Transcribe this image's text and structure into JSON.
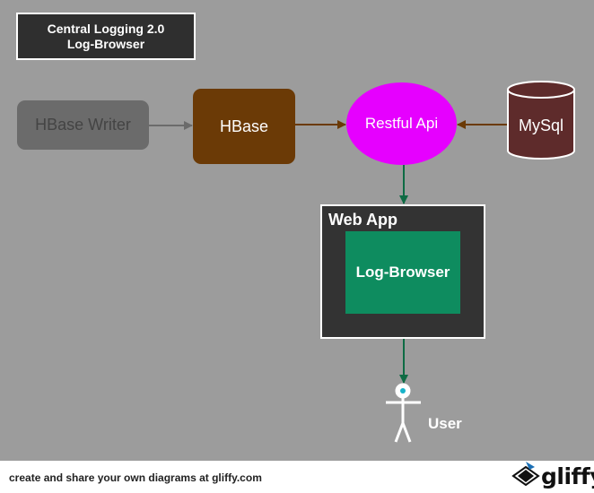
{
  "diagram": {
    "title_line1": "Central Logging 2.0",
    "title_line2": "Log-Browser",
    "nodes": {
      "hbase_writer": "HBase Writer",
      "hbase": "HBase",
      "restful_api": "Restful Api",
      "mysql": "MySql",
      "web_app": "Web App",
      "log_browser": "Log-Browser",
      "user": "User"
    },
    "colors": {
      "background": "#9c9c9c",
      "hbase_writer": "#6b6b6b",
      "hbase": "#6b3a06",
      "restful_api": "#e600ff",
      "mysql": "#5e2b2b",
      "web_app": "#333333",
      "log_browser": "#0e8c5f",
      "arrow_brown": "#6b3a06",
      "arrow_green": "#0e6b44",
      "arrow_gray": "#6b6b6b"
    }
  },
  "footer": {
    "text": "create and share your own diagrams at gliffy.com",
    "brand": "gliffy"
  }
}
